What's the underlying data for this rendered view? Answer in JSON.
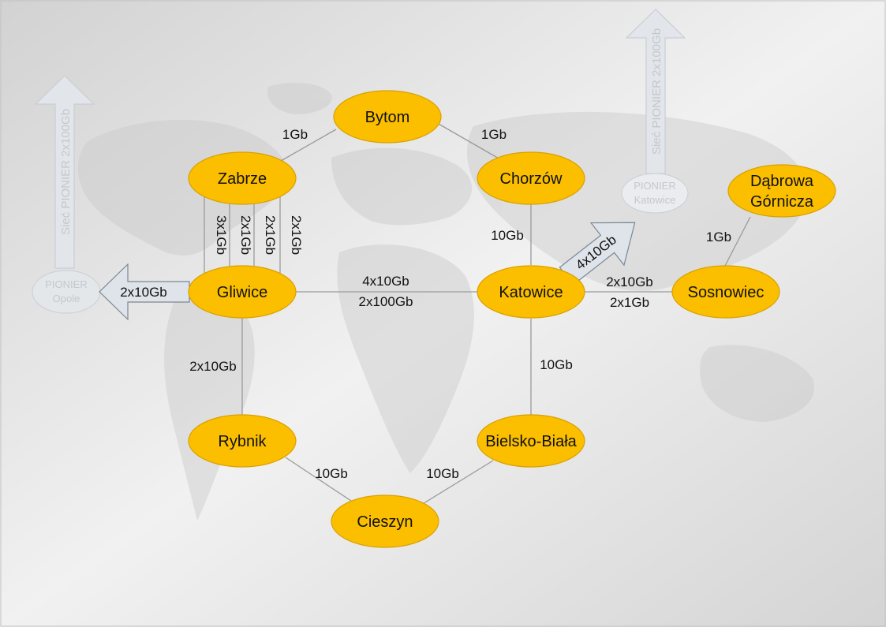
{
  "colors": {
    "node_fill": "#fbbf00",
    "node_stroke": "#d9a000",
    "edge": "#9a9a9a",
    "arrow_fill": "#dfe4ea",
    "background": "#dcdcdc"
  },
  "nodes": {
    "bytom": "Bytom",
    "zabrze": "Zabrze",
    "chorzow": "Chorzów",
    "gliwice": "Gliwice",
    "katowice": "Katowice",
    "sosnowiec": "Sosnowiec",
    "dabrowa_line1": "Dąbrowa",
    "dabrowa_line2": "Górnicza",
    "rybnik": "Rybnik",
    "bielsko": "Bielsko-Biała",
    "cieszyn": "Cieszyn"
  },
  "links": {
    "zabrze_bytom": "1Gb",
    "bytom_chorzow": "1Gb",
    "chorzow_katowice": "10Gb",
    "zabrze_gliwice_1": "3x1Gb",
    "zabrze_gliwice_2": "2x1Gb",
    "zabrze_gliwice_3": "2x1Gb",
    "zabrze_gliwice_4": "2x1Gb",
    "gliwice_katowice_1": "4x10Gb",
    "gliwice_katowice_2": "2x100Gb",
    "katowice_sosnowiec_1": "2x10Gb",
    "katowice_sosnowiec_2": "2x1Gb",
    "sosnowiec_dabrowa": "1Gb",
    "gliwice_rybnik": "2x10Gb",
    "katowice_bielsko": "10Gb",
    "rybnik_cieszyn": "10Gb",
    "bielsko_cieszyn": "10Gb"
  },
  "external": {
    "gliwice_opole_arrow": "2x10Gb",
    "katowice_pionier_arrow": "4x10Gb",
    "pionier_opole_line1": "PIONIER",
    "pionier_opole_line2": "Opole",
    "pionier_katowice_line1": "PIONIER",
    "pionier_katowice_line2": "Katowice",
    "pionier_arrow_left": "Sieć PIONIER 2x100Gb",
    "pionier_arrow_right": "Sieć PIONIER 2x100Gb"
  }
}
